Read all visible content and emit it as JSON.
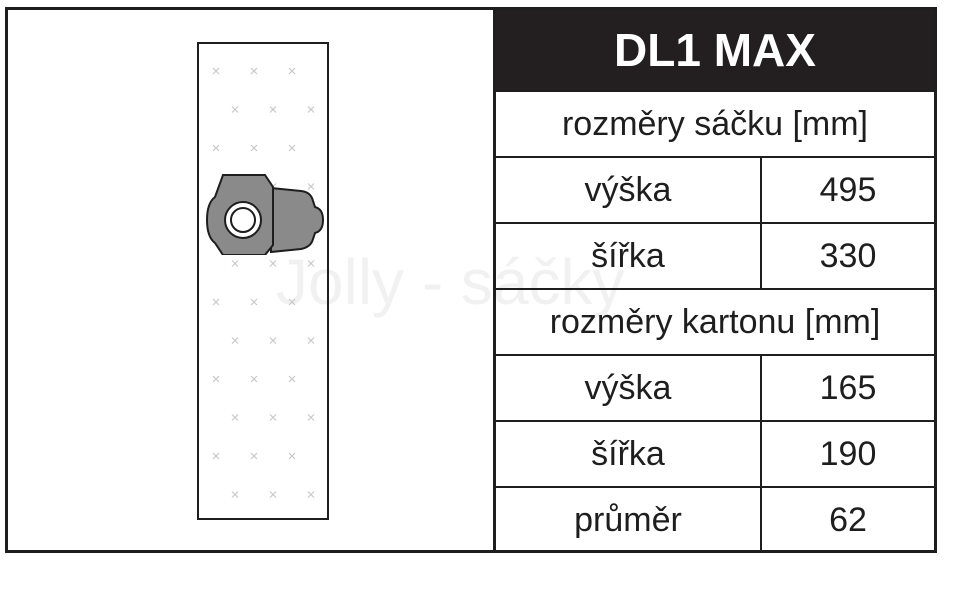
{
  "product": {
    "title": "DL1 MAX"
  },
  "watermark": "Jolly - sáčky",
  "bag_dimensions": {
    "header": "rozměry sáčku [mm]",
    "rows": [
      {
        "label": "výška",
        "value": "495"
      },
      {
        "label": "šířka",
        "value": "330"
      }
    ]
  },
  "carton_dimensions": {
    "header": "rozměry kartonu [mm]",
    "rows": [
      {
        "label": "výška",
        "value": "165"
      },
      {
        "label": "šířka",
        "value": "190"
      },
      {
        "label": "průměr",
        "value": "62"
      }
    ]
  },
  "colors": {
    "title_bg": "#231f20",
    "border": "#1e1e1e",
    "collar": "#8a8a8a"
  }
}
